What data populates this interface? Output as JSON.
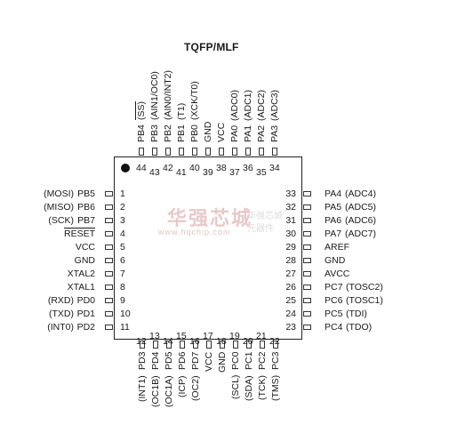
{
  "title": "TQFP/MLF",
  "watermark": {
    "main": "华强芯城",
    "url": "www.hqchip.com",
    "side1": "华强芯城",
    "side2": "元器件"
  },
  "left_pins": [
    {
      "alt": "(MOSI)",
      "name": "PB5",
      "num": "1"
    },
    {
      "alt": "(MISO)",
      "name": "PB6",
      "num": "2"
    },
    {
      "alt": "(SCK)",
      "name": "PB7",
      "num": "3"
    },
    {
      "alt": "",
      "name": "RESET",
      "num": "4",
      "overline": true
    },
    {
      "alt": "",
      "name": "VCC",
      "num": "5"
    },
    {
      "alt": "",
      "name": "GND",
      "num": "6"
    },
    {
      "alt": "",
      "name": "XTAL2",
      "num": "7"
    },
    {
      "alt": "",
      "name": "XTAL1",
      "num": "8"
    },
    {
      "alt": "(RXD)",
      "name": "PD0",
      "num": "9"
    },
    {
      "alt": "(TXD)",
      "name": "PD1",
      "num": "10"
    },
    {
      "alt": "(INT0)",
      "name": "PD2",
      "num": "11"
    }
  ],
  "right_pins": [
    {
      "num": "33",
      "name": "PA4",
      "alt": "(ADC4)"
    },
    {
      "num": "32",
      "name": "PA5",
      "alt": "(ADC5)"
    },
    {
      "num": "31",
      "name": "PA6",
      "alt": "(ADC6)"
    },
    {
      "num": "30",
      "name": "PA7",
      "alt": "(ADC7)"
    },
    {
      "num": "29",
      "name": "AREF",
      "alt": ""
    },
    {
      "num": "28",
      "name": "GND",
      "alt": ""
    },
    {
      "num": "27",
      "name": "AVCC",
      "alt": ""
    },
    {
      "num": "26",
      "name": "PC7",
      "alt": "(TOSC2)"
    },
    {
      "num": "25",
      "name": "PC6",
      "alt": "(TOSC1)"
    },
    {
      "num": "24",
      "name": "PC5",
      "alt": "(TDI)"
    },
    {
      "num": "23",
      "name": "PC4",
      "alt": "(TDO)"
    }
  ],
  "top_pins": [
    {
      "num": "44",
      "name": "PB4",
      "alt": "(SS)",
      "alt_overline": true
    },
    {
      "num": "43",
      "name": "PB3",
      "alt": "(AIN1/OC0)"
    },
    {
      "num": "42",
      "name": "PB2",
      "alt": "(AIN0/INT2)"
    },
    {
      "num": "41",
      "name": "PB1",
      "alt": "(T1)"
    },
    {
      "num": "40",
      "name": "PB0",
      "alt": "(XCK/T0)"
    },
    {
      "num": "39",
      "name": "GND",
      "alt": ""
    },
    {
      "num": "38",
      "name": "VCC",
      "alt": ""
    },
    {
      "num": "37",
      "name": "PA0",
      "alt": "(ADC0)"
    },
    {
      "num": "36",
      "name": "PA1",
      "alt": "(ADC1)"
    },
    {
      "num": "35",
      "name": "PA2",
      "alt": "(ADC2)"
    },
    {
      "num": "34",
      "name": "PA3",
      "alt": "(ADC3)"
    }
  ],
  "bottom_pins": [
    {
      "num": "12",
      "name": "PD3",
      "alt": "(INT1)"
    },
    {
      "num": "13",
      "name": "PD4",
      "alt": "(OC1B)"
    },
    {
      "num": "14",
      "name": "PD5",
      "alt": "(OC1A)"
    },
    {
      "num": "15",
      "name": "PD6",
      "alt": "(ICP)"
    },
    {
      "num": "16",
      "name": "PD7",
      "alt": "(OC2)"
    },
    {
      "num": "17",
      "name": "VCC",
      "alt": ""
    },
    {
      "num": "18",
      "name": "GND",
      "alt": ""
    },
    {
      "num": "19",
      "name": "PC0",
      "alt": "(SCL)"
    },
    {
      "num": "20",
      "name": "PC1",
      "alt": "(SDA)"
    },
    {
      "num": "21",
      "name": "PC2",
      "alt": "(TCK)"
    },
    {
      "num": "22",
      "name": "PC3",
      "alt": "(TMS)"
    }
  ]
}
